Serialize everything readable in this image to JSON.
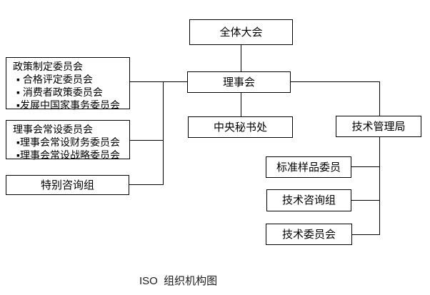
{
  "colors": {
    "background": "#ffffff",
    "line": "#000000",
    "text": "#000000"
  },
  "caption": "ISO  组织机构图",
  "nodes": {
    "general_assembly": {
      "label": "全体大会"
    },
    "council": {
      "label": "理事会"
    },
    "central_secretariat": {
      "label": "中央秘书处"
    },
    "technical_management_board": {
      "label": "技术管理局"
    },
    "policy_development_committees": {
      "title": "政策制定委员会",
      "items": [
        "▪ 合格评定委员会",
        "▪ 消费者政策委员会",
        "▪发展中国家事务委员会"
      ]
    },
    "council_standing_committees": {
      "title": "理事会常设委员会",
      "items": [
        "▪理事会常设财务委员会",
        "▪理事会常设战略委员会"
      ]
    },
    "special_advisory_group": {
      "label": "特别咨询组"
    },
    "reference_materials_committee": {
      "label": "标准样品委员"
    },
    "technical_advisory_group": {
      "label": "技术咨询组"
    },
    "technical_committee": {
      "label": "技术委员会"
    }
  }
}
